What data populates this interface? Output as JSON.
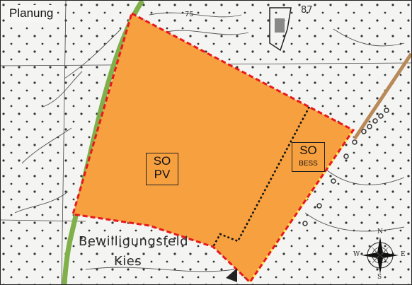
{
  "title": "Planung",
  "zones": [
    {
      "line1": "SO",
      "line2": "PV"
    },
    {
      "line1": "SO",
      "line2": "BESS"
    }
  ],
  "map_labels": {
    "field": "Bewilligungsfeld",
    "material": "Kies",
    "contour_75": "75",
    "height_87": "87"
  },
  "compass": {
    "n": "N",
    "e": "E",
    "s": "S",
    "w": "W"
  },
  "colors": {
    "zone_fill": "#f7a040",
    "boundary": "#e8181c",
    "internal_line": "#111111",
    "road": "#7fb04a",
    "pipeline": "#b88a5a"
  }
}
